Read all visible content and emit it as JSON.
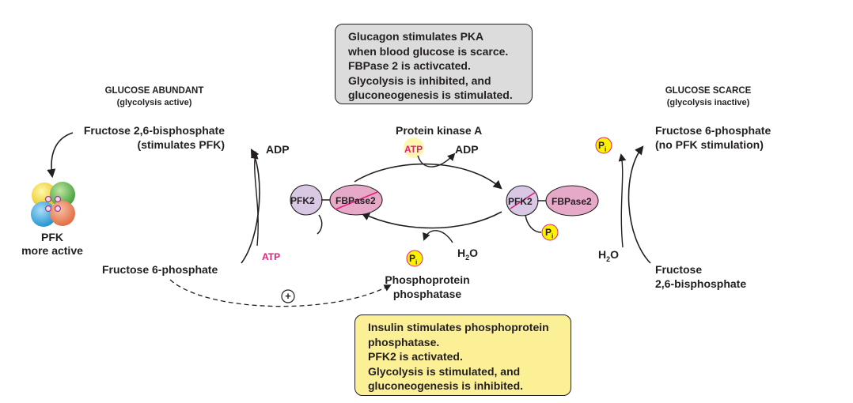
{
  "glucagon_box": {
    "lines": [
      "Glucagon stimulates PKA",
      "when blood glucose is scarce.",
      "FBPase 2 is activcated.",
      "Glycolysis is inhibited, and",
      "gluconeogenesis is stimulated."
    ]
  },
  "insulin_box": {
    "lines": [
      "Insulin stimulates phosphoprotein",
      "phosphatase.",
      "PFK2 is activated.",
      "Glycolysis is stimulated, and",
      "gluconeogenesis is inhibited."
    ]
  },
  "left": {
    "heading": "GLUCOSE ABUNDANT",
    "subheading": "(glycolysis active)",
    "f26bp": "Fructose 2,6-bisphosphate",
    "f26bp_note": "(stimulates PFK)",
    "f6p": "Fructose 6-phosphate",
    "adp": "ADP",
    "atp": "ATP",
    "pfk_label": "PFK",
    "pfk_note": "more active"
  },
  "center": {
    "kinase": "Protein kinase A",
    "atp": "ATP",
    "adp": "ADP",
    "phosphatase_line1": "Phosphoprotein",
    "phosphatase_line2": "phosphatase",
    "water": "H",
    "water_sub": "2",
    "water_end": "O",
    "pi": "P",
    "pi_sub": "i",
    "plus": "+",
    "left_enzyme": {
      "pfk2": "PFK2",
      "fbpase2": "FBPase2"
    },
    "right_enzyme": {
      "pfk2": "PFK2",
      "fbpase2": "FBPase2"
    }
  },
  "right": {
    "heading": "GLUCOSE SCARCE",
    "subheading": "(glycolysis inactive)",
    "f6p": "Fructose 6-phosphate",
    "f6p_note": "(no PFK stimulation)",
    "f26bp_line1": "Fructose",
    "f26bp_line2": "2,6-bisphosphate",
    "water": "H",
    "water_sub": "2",
    "water_end": "O",
    "pi": "P",
    "pi_sub": "i"
  },
  "colors": {
    "enzyme_purple": "#d8c8e4",
    "enzyme_pink": "#e7a9c8",
    "strike": "#e0207b",
    "glucagon_bg": "#dcdcdc",
    "insulin_bg": "#fcf096",
    "pi_fill": "#fef200",
    "pi_stroke": "#e0207b"
  }
}
